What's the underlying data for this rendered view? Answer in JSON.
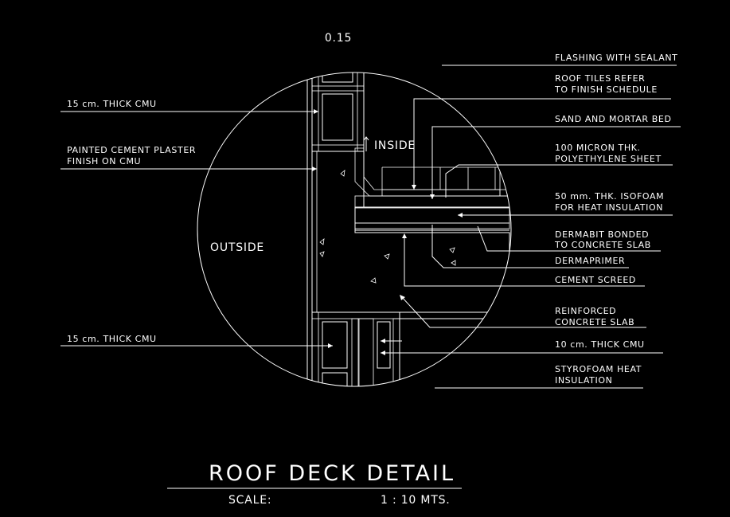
{
  "dimension": "0.15",
  "zones": {
    "inside": "INSIDE",
    "outside": "OUTSIDE"
  },
  "labels_left": {
    "cmu_top": "15 cm. THICK CMU",
    "plaster_line1": "PAINTED CEMENT PLASTER",
    "plaster_line2": "FINISH ON CMU",
    "cmu_bottom": "15 cm. THICK CMU"
  },
  "labels_right": {
    "flashing": "FLASHING WITH SEALANT",
    "tiles_line1": "ROOF TILES REFER",
    "tiles_line2": "TO FINISH SCHEDULE",
    "sand": "SAND AND MORTAR BED",
    "poly_line1": "100 MICRON THK.",
    "poly_line2": "POLYETHYLENE SHEET",
    "isofoam_line1": "50 mm. THK. ISOFOAM",
    "isofoam_line2": "FOR HEAT INSULATION",
    "dermabit_line1": "DERMABIT BONDED",
    "dermabit_line2": "TO CONCRETE SLAB",
    "dermaprimer": "DERMAPRIMER",
    "screed": "CEMENT SCREED",
    "slab_line1": "REINFORCED",
    "slab_line2": "CONCRETE SLAB",
    "cmu10": "10 cm. THICK CMU",
    "styro_line1": "STYROFOAM HEAT",
    "styro_line2": "INSULATION"
  },
  "title": {
    "text": "ROOF DECK DETAIL",
    "scale_label": "SCALE:",
    "scale_value": "1 : 10 MTS."
  },
  "colors": {
    "background": "#000000",
    "lines": "#ffffff"
  }
}
